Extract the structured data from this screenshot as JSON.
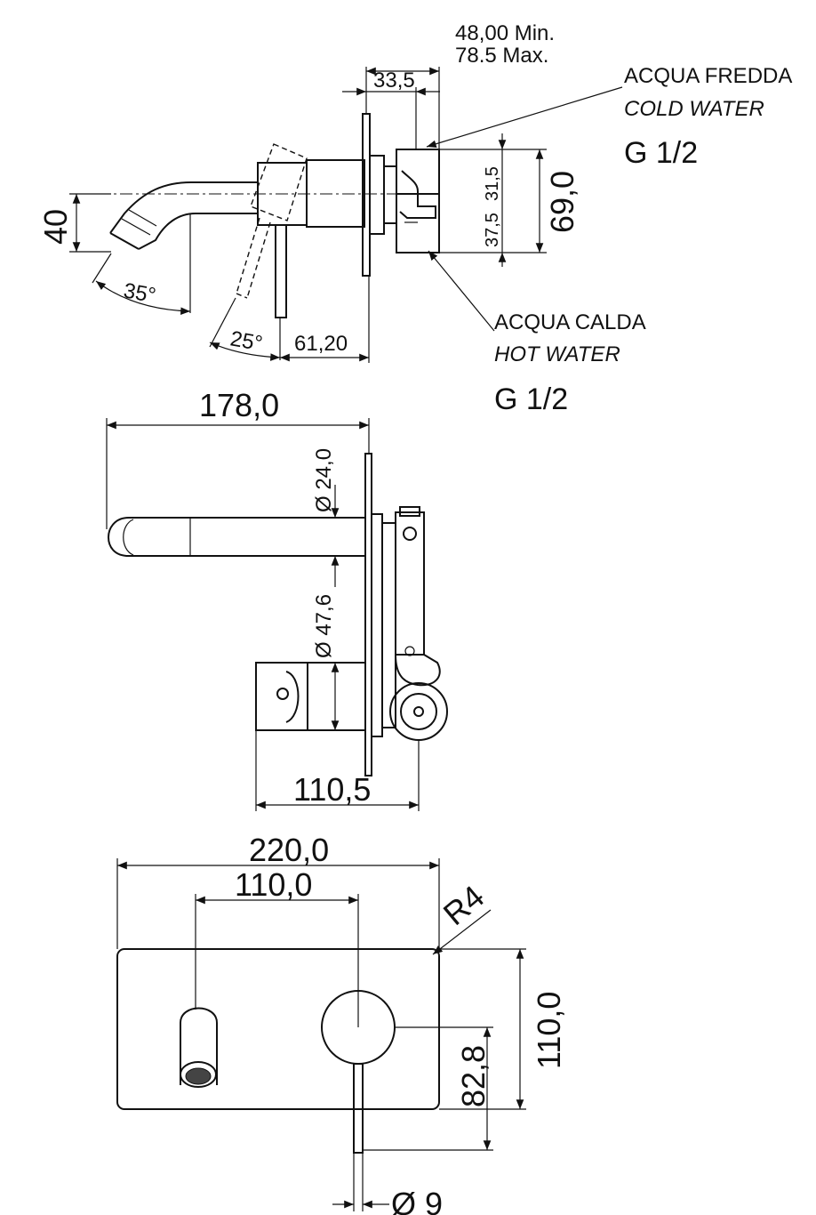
{
  "side_view": {
    "dim_min": "48,00 Min.",
    "dim_max": "78.5 Max.",
    "dim_33_5": "33,5",
    "dim_31_5": "31,5",
    "dim_37_5": "37,5",
    "dim_69": "69,0",
    "dim_40": "40",
    "angle_35": "35°",
    "angle_25": "25°",
    "dim_61_20": "61,20",
    "cold_water_it": "ACQUA FREDDA",
    "cold_water_en": "COLD WATER",
    "cold_thread": "G 1/2",
    "hot_water_it": "ACQUA CALDA",
    "hot_water_en": "HOT WATER",
    "hot_thread": "G 1/2"
  },
  "top_view": {
    "dim_178": "178,0",
    "dim_d24": "Ø 24,0",
    "dim_d47_6": "Ø 47,6",
    "dim_110_5": "110,5"
  },
  "front_view": {
    "dim_220": "220,0",
    "dim_110_w": "110,0",
    "dim_r4": "R4",
    "dim_110_h": "110,0",
    "dim_82_8": "82,8",
    "dim_d9": "Ø 9"
  }
}
